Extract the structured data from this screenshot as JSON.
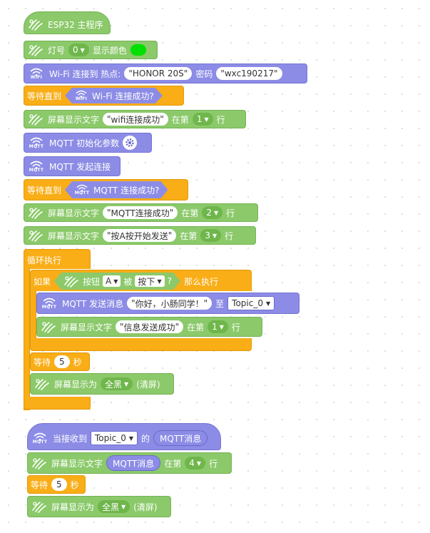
{
  "colors": {
    "green": "#8bc96a",
    "purple": "#8c8ce6",
    "orange": "#f9ad16",
    "led_color": "#00e000"
  },
  "main": {
    "title": "ESP32 主程序",
    "led": {
      "label": "灯号",
      "value": "0",
      "show_color": "显示颜色"
    },
    "wifi": {
      "label": "Wi-Fi 连接到 热点:",
      "ssid": "HONOR 20S",
      "pwd_label": "密码",
      "pwd": "wxc190217",
      "icon_text": "WIFI"
    },
    "wait1": {
      "label": "等待直到",
      "cond": "Wi-Fi 连接成功?"
    },
    "screen1": {
      "label": "屏幕显示文字",
      "text": "wifi连接成功",
      "at": "在第",
      "row": "1",
      "suffix": "行"
    },
    "mqtt_init": {
      "label": "MQTT 初始化参数",
      "icon_text": "MQTT"
    },
    "mqtt_connect": {
      "label": "MQTT 发起连接"
    },
    "wait2": {
      "label": "等待直到",
      "cond": "MQTT 连接成功?"
    },
    "screen2": {
      "label": "屏幕显示文字",
      "text": "MQTT连接成功",
      "at": "在第",
      "row": "2",
      "suffix": "行"
    },
    "screen3": {
      "label": "屏幕显示文字",
      "text": "按A按开始发送",
      "at": "在第",
      "row": "3",
      "suffix": "行"
    },
    "loop": {
      "label": "循环执行",
      "if": {
        "label": "如果",
        "button_label": "按钮",
        "button": "A",
        "by": "被",
        "action": "按下",
        "q": "?",
        "then": "那么执行"
      },
      "mqtt_send": {
        "label": "MQTT 发送消息",
        "msg": "你好，小肠同学！",
        "to": "至",
        "topic": "Topic_0"
      },
      "screen4": {
        "label": "屏幕显示文字",
        "text": "信息发送成功",
        "at": "在第",
        "row": "1",
        "suffix": "行"
      },
      "wait": {
        "label": "等待",
        "value": "5",
        "unit": "秒"
      },
      "clear": {
        "label": "屏幕显示为",
        "color": "全黑",
        "suffix": "(清屏)"
      }
    }
  },
  "event": {
    "hat": {
      "label": "当接收到",
      "topic": "Topic_0",
      "of": "的",
      "var": "MQTT消息"
    },
    "screen": {
      "label": "屏幕显示文字",
      "var": "MQTT消息",
      "at": "在第",
      "row": "4",
      "suffix": "行"
    },
    "wait": {
      "label": "等待",
      "value": "5",
      "unit": "秒"
    },
    "clear": {
      "label": "屏幕显示为",
      "color": "全黑",
      "suffix": "(清屏)"
    }
  }
}
